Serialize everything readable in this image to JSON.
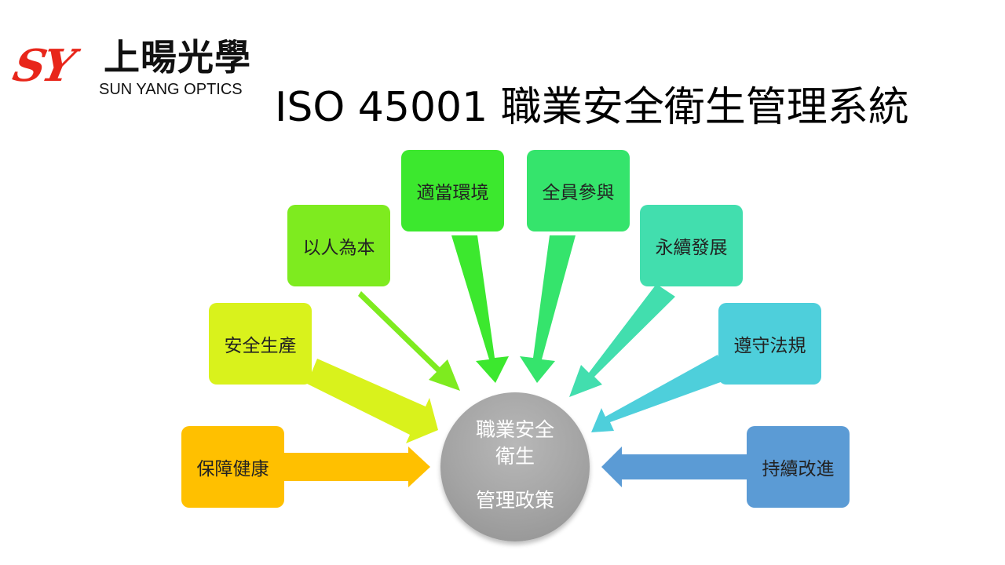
{
  "logo": {
    "sy": "SY",
    "chinese_name": "上暘光學",
    "english_name": "SUN YANG OPTICS"
  },
  "title": "ISO 45001 職業安全衛生管理系統",
  "center": {
    "line1": "職業安全",
    "line2": "衛生",
    "line3": "管理政策"
  },
  "boxes": [
    {
      "label": "保障健康",
      "color": "#FFC000"
    },
    {
      "label": "安全生產",
      "color": "#D9F21C"
    },
    {
      "label": "以人為本",
      "color": "#7EEB1F"
    },
    {
      "label": "適當環境",
      "color": "#3CE82E"
    },
    {
      "label": "全員參與",
      "color": "#35E46C"
    },
    {
      "label": "永續發展",
      "color": "#42DEAE"
    },
    {
      "label": "遵守法規",
      "color": "#4ECFDB"
    },
    {
      "label": "持續改進",
      "color": "#5B9BD5"
    }
  ],
  "colors": {
    "logo_red": "#E8261A",
    "circle_gray": "#A6A6A6"
  }
}
